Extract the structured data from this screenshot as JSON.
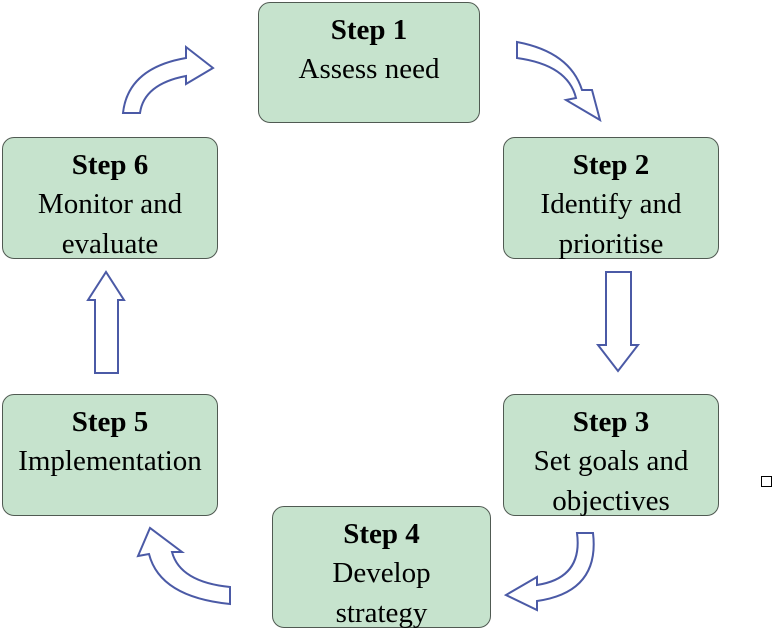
{
  "steps": [
    {
      "title": "Step 1",
      "lines": [
        "Assess need"
      ]
    },
    {
      "title": "Step 2",
      "lines": [
        "Identify and",
        "prioritise"
      ]
    },
    {
      "title": "Step 3",
      "lines": [
        "Set goals and",
        "objectives"
      ]
    },
    {
      "title": "Step 4",
      "lines": [
        "Develop",
        "strategy"
      ]
    },
    {
      "title": "Step 5",
      "lines": [
        "Implementation"
      ]
    },
    {
      "title": "Step 6",
      "lines": [
        "Monitor and",
        "evaluate"
      ]
    }
  ],
  "colors": {
    "box_fill": "#c6e3cd",
    "box_border": "#505a52",
    "arrow_outline": "#4b5aa6",
    "text": "#000000"
  },
  "flow": [
    {
      "from": "Step 1",
      "to": "Step 2",
      "icon": "curved-arrow-icon"
    },
    {
      "from": "Step 2",
      "to": "Step 3",
      "icon": "down-arrow-icon"
    },
    {
      "from": "Step 3",
      "to": "Step 4",
      "icon": "curved-arrow-icon"
    },
    {
      "from": "Step 4",
      "to": "Step 5",
      "icon": "curved-arrow-icon"
    },
    {
      "from": "Step 5",
      "to": "Step 6",
      "icon": "up-arrow-icon"
    },
    {
      "from": "Step 6",
      "to": "Step 1",
      "icon": "curved-arrow-icon"
    }
  ]
}
